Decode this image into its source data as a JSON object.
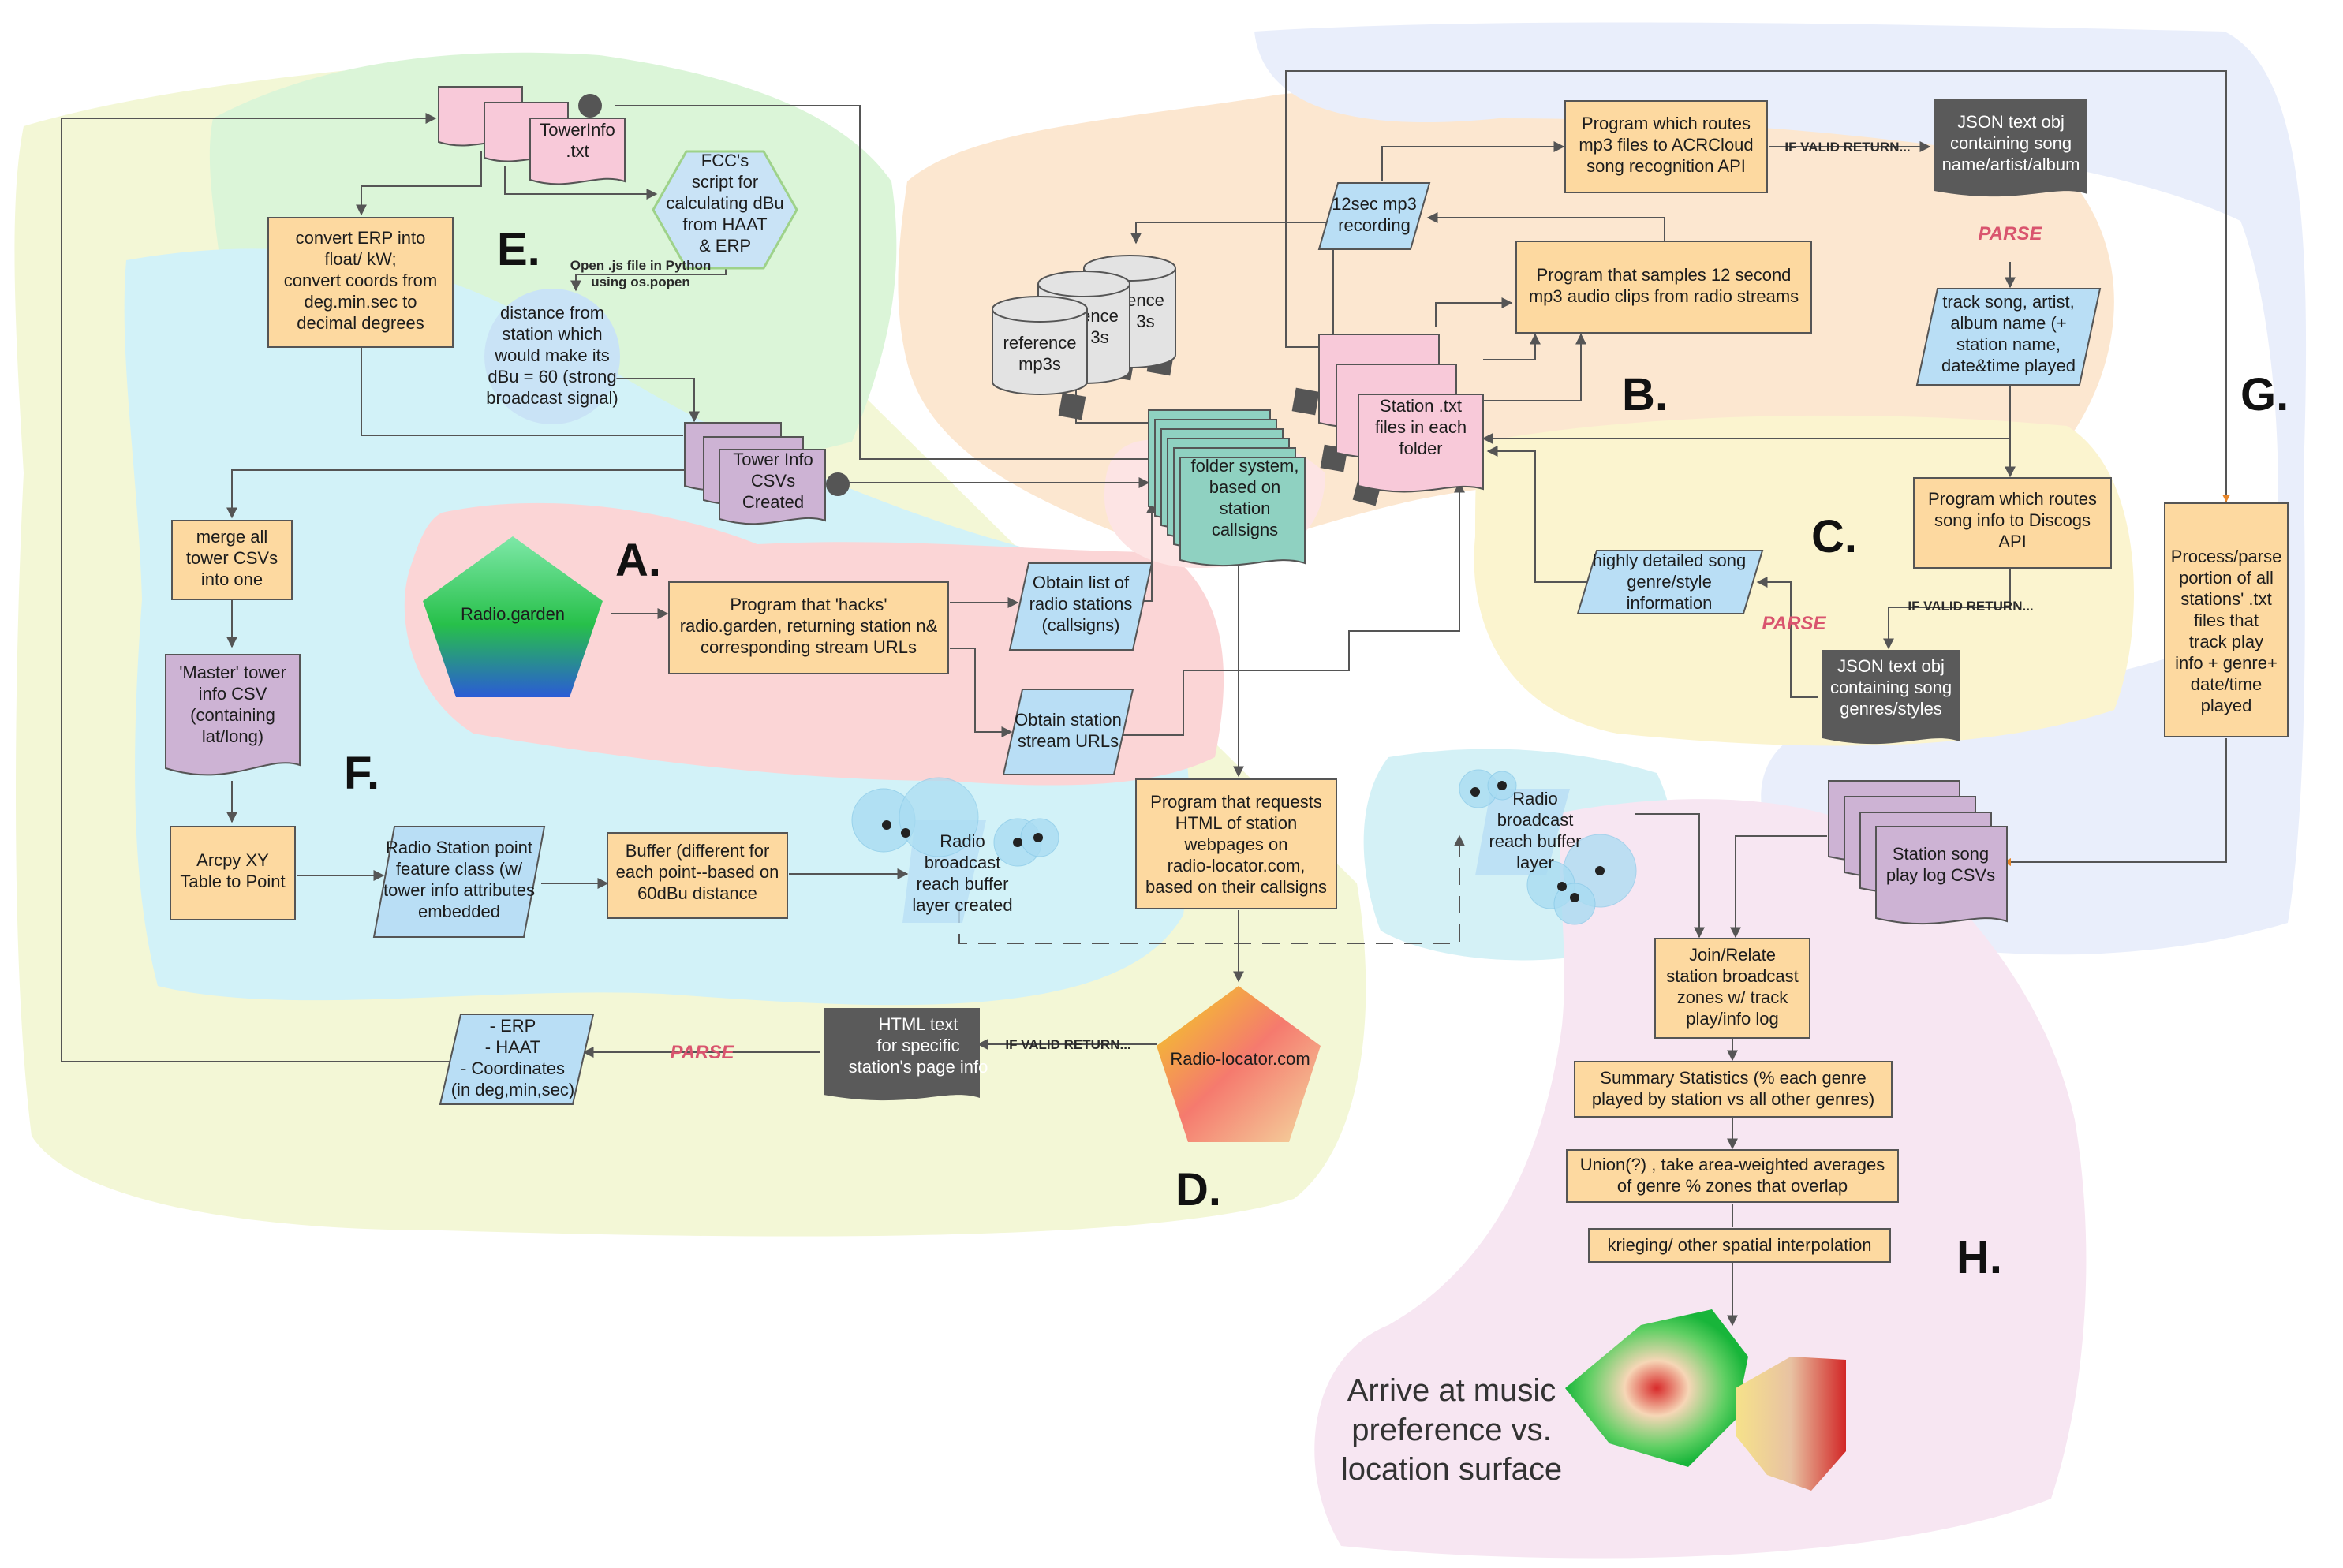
{
  "sections": {
    "a": "A.",
    "b": "B.",
    "c": "C.",
    "d": "D.",
    "e": "E.",
    "f": "F.",
    "g": "G.",
    "h": "H."
  },
  "colors": {
    "orange_box": "#fdd9a0",
    "blue_box": "#b9def5",
    "pink_doc": "#f8c9d9",
    "purple_doc": "#cdb3d4",
    "teal_folder": "#8fd1c1",
    "dark_doc": "#5a5a5a",
    "orange_flow": "#e8862a",
    "parse_text": "#d9546e"
  },
  "nodes": {
    "towerinfo_txt": [
      "TowerInfo",
      ".txt"
    ],
    "fcc_script": [
      "FCC's",
      "script for",
      "calculating dBu",
      "from HAAT",
      "& ERP"
    ],
    "open_js": [
      "Open .js file in Python",
      "using os.popen"
    ],
    "convert_erp": [
      "convert ERP into",
      "float/ kW;",
      "convert coords from",
      "deg.min.sec to",
      "decimal degrees"
    ],
    "distance_circle": [
      "distance from",
      "station which",
      "would make its",
      "dBu = 60 (strong",
      "broadcast signal)"
    ],
    "tower_info_csvs": [
      "Tower Info",
      "CSVs",
      "Created"
    ],
    "merge_csvs": [
      "merge all",
      "tower CSVs",
      "into one"
    ],
    "master_csv": [
      "'Master' tower",
      "info CSV",
      "(containing",
      "lat/long)"
    ],
    "arcpy": [
      "Arcpy XY",
      "Table to Point"
    ],
    "radio_station_point": [
      "Radio Station point",
      "feature class (w/",
      "tower info attributes",
      "embedded"
    ],
    "buffer": [
      "Buffer (different for",
      "each point--based on",
      "60dBu distance"
    ],
    "buffer_layer_created": [
      "Radio",
      "broadcast",
      "reach buffer",
      "layer created"
    ],
    "radio_garden": [
      "Radio.garden"
    ],
    "hack_program": [
      "Program that 'hacks'",
      "radio.garden, returning station n&",
      "corresponding stream URLs"
    ],
    "obtain_callsigns": [
      "Obtain list of",
      "radio stations",
      "(callsigns)"
    ],
    "obtain_urls": [
      "Obtain station",
      "stream URLs"
    ],
    "reference_mp3s": [
      "reference",
      "mp3s"
    ],
    "reference_partial_1": [
      "ence",
      "3s"
    ],
    "reference_partial_2": [
      "ence",
      "3s"
    ],
    "folder_system": [
      "folder system,",
      "based on",
      "station",
      "callsigns"
    ],
    "twelve_sec": [
      "12sec mp3",
      "recording"
    ],
    "acr_program": [
      "Program which routes",
      "mp3 files to ACRCloud",
      "song recognition API"
    ],
    "if_valid_1": [
      "IF VALID RETURN..."
    ],
    "json_song": [
      "JSON text obj",
      "containing song",
      "name/artist/album"
    ],
    "sample_program": [
      "Program that samples 12 second",
      "mp3 audio clips from radio streams"
    ],
    "station_txt": [
      "Station .txt",
      "files in each",
      "folder"
    ],
    "track_song": [
      "track song, artist,",
      "album name (+",
      "station name,",
      "date&time played"
    ],
    "discogs_program": [
      "Program which routes",
      "song info to Discogs",
      "API"
    ],
    "if_valid_2": [
      "IF VALID RETURN..."
    ],
    "json_genres": [
      "JSON text obj",
      "containing song",
      "genres/styles"
    ],
    "genre_info": [
      "highly detailed song",
      "genre/style",
      "information"
    ],
    "process_parse": [
      "Process/parse",
      "portion of all",
      "stations' .txt",
      "files that",
      "track play",
      "info + genre+",
      "date/time",
      "played"
    ],
    "song_play_log": [
      "Station song",
      "play log CSVs"
    ],
    "request_html": [
      "Program that  requests",
      "HTML of station",
      "webpages on",
      "radio-locator.com,",
      "based on their callsigns"
    ],
    "radio_locator": [
      "Radio-locator.com"
    ],
    "if_valid_3": [
      "IF VALID RETURN..."
    ],
    "html_text": [
      "HTML text",
      "for specific",
      "station's page info"
    ],
    "erp_haat": [
      "- ERP",
      "- HAAT",
      "- Coordinates",
      "(in deg,min,sec)"
    ],
    "buffer_layer": [
      "Radio",
      "broadcast",
      "reach buffer",
      "layer"
    ],
    "join_relate": [
      "Join/Relate",
      "station broadcast",
      "zones w/ track",
      "play/info log"
    ],
    "summary_stats": [
      "Summary Statistics  (% each genre",
      "played by station vs all other genres)"
    ],
    "union": [
      "Union(?) , take area-weighted averages",
      "of genre % zones that overlap"
    ],
    "krieging": [
      "krieging/ other spatial interpolation"
    ],
    "arrive": [
      "Arrive at music",
      "preference vs.",
      "location surface"
    ]
  },
  "parse_labels": {
    "b": "PARSE",
    "c": "PARSE",
    "d": "PARSE"
  }
}
